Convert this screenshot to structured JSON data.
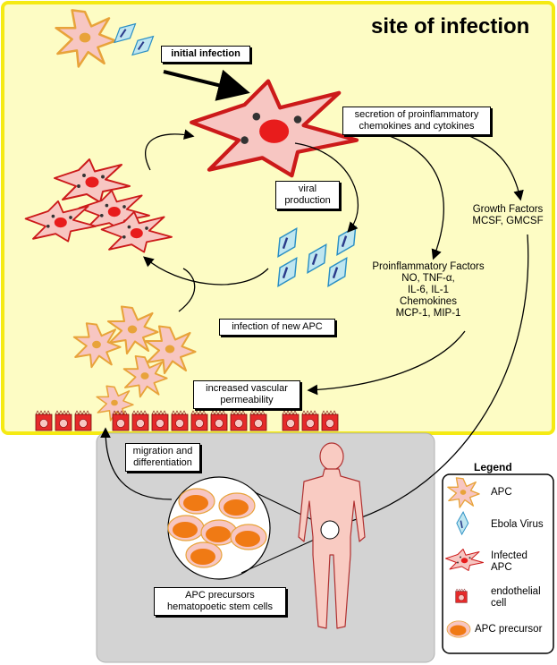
{
  "title": "site of infection",
  "labels": {
    "initial_infection": "initial infection",
    "secretion": "secretion of proinflammatory chemokines and cytokines",
    "growth_factors_title": "Growth Factors",
    "growth_factors_list": "MCSF, GMCSF",
    "viral_production": "viral production",
    "proinflammatory_title": "Proinflammatory Factors",
    "proinflammatory_line1": "NO, TNF-α,",
    "proinflammatory_line2": "IL-6, IL-1",
    "chemokines_title": "Chemokines",
    "chemokines_list": "MCP-1, MIP-1",
    "infection_new_apc": "infection of new APC",
    "vascular_permeability": "increased vascular permeability",
    "migration": "migration and differentiation",
    "apc_precursors": "APC precursors",
    "stem_cells": "hematopoetic stem cells"
  },
  "legend": {
    "title": "Legend",
    "items": [
      {
        "icon": "apc-icon",
        "label": "APC"
      },
      {
        "icon": "ebola-virus-icon",
        "label": "Ebola Virus"
      },
      {
        "icon": "infected-apc-icon",
        "label": "Infected APC"
      },
      {
        "icon": "endothelial-cell-icon",
        "label": "endothelial cell"
      },
      {
        "icon": "apc-precursor-icon",
        "label": "APC precursor"
      }
    ]
  },
  "colors": {
    "infection_site_bg": "#fdfcc4",
    "infection_site_border": "#f5ea13",
    "body_region_bg": "#d3d3d3",
    "cell_fill": "#f7c6c2",
    "apc_outline": "#e8a33a",
    "infected_outline": "#cc1a1a",
    "nucleus": "#e81c1c",
    "virus_fill": "#bfe6f0",
    "virus_outline": "#2a8fc4",
    "endothelial": "#e52a2a",
    "precursor_orange": "#f07a14",
    "human_skin": "#f9cbc2"
  }
}
